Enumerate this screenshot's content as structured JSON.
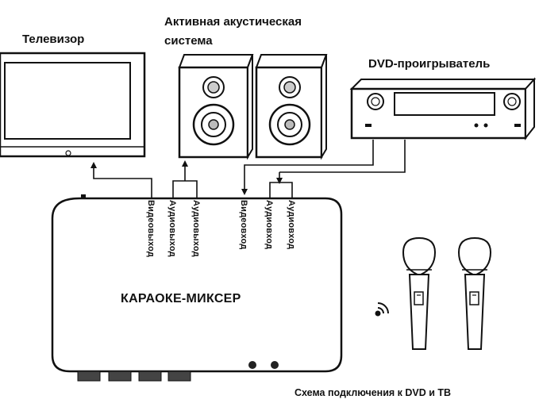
{
  "labels": {
    "tv": "Телевизор",
    "speakers_line1": "Активная акустическая",
    "speakers_line2": "система",
    "dvd": "DVD-проигрыватель",
    "mixer": "КАРАОКЕ-МИКСЕР",
    "caption": "Схема подключения к DVD и ТВ"
  },
  "ports": {
    "video_out": "Видеовыход",
    "audio_out_1": "Аудиовыход",
    "audio_out_2": "Аудиовыход",
    "video_in": "Видеовход",
    "audio_in_1": "Аудиовход",
    "audio_in_2": "Аудиовход"
  },
  "icons": [
    "tv-icon",
    "speaker-icon",
    "dvd-player-icon",
    "microphone-icon",
    "wireless-signal-icon"
  ]
}
